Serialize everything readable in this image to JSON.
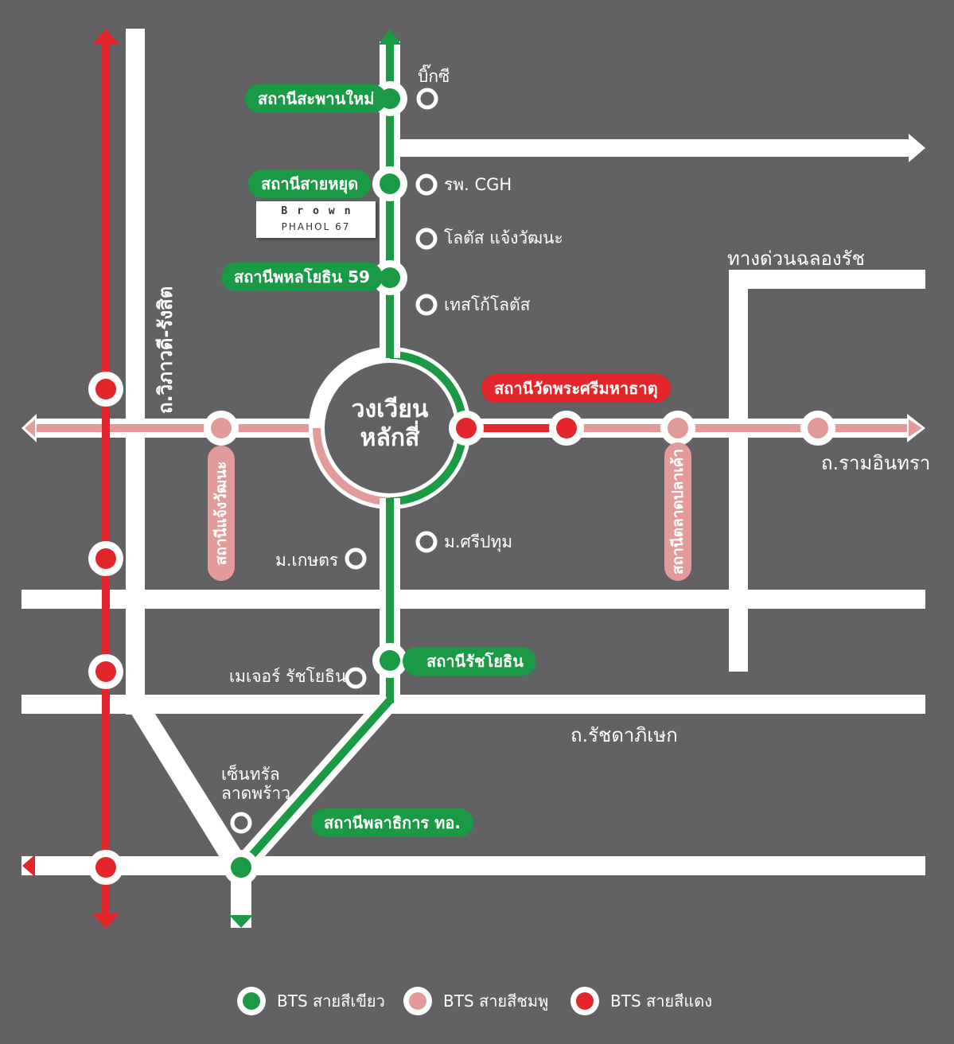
{
  "colors": {
    "background": "#626265",
    "road": "#ffffff",
    "bts_green": "#1a9a45",
    "bts_pink": "#e29a9a",
    "bts_red": "#e3262b"
  },
  "center": {
    "line1": "วงเวียน",
    "line2": "หลักสี่"
  },
  "stations": {
    "saphan_mai": "สถานีสะพานใหม่",
    "sai_yut": "สถานีสายหยุด",
    "phahon_59": "สถานีพหลโยธิน 59",
    "wat_phra_si": "สถานีวัดพระศรีมหาธาตุ",
    "ratchayothin": "สถานีรัชโยธิน",
    "phala_thikan": "สถานีพลาธิการ ทอ.",
    "chaeng_watthana": "สถานีแจ้งวัฒนะ",
    "talat_plakao": "สถานีตลาดปลาเค้า"
  },
  "landmarks": {
    "big_c": "บิ๊กซี",
    "cgh": "รพ. CGH",
    "lotus_chaeng": "โลตัส แจ้งวัฒนะ",
    "tesco_lotus": "เทสโก้โลตัส",
    "sripatum": "ม.ศรีปทุม",
    "kasetsart": "ม.เกษตร",
    "major": "เมเจอร์ รัชโยธิน",
    "central_line1": "เซ็นทรัล",
    "central_line2": "ลาดพร้าว"
  },
  "roads": {
    "vibhavadi": "ถ.วิภาวดี-รังสิต",
    "expressway": "ทางด่วนฉลองรัช",
    "ram_intra": "ถ.รามอินทรา",
    "ratchadaphisek": "ถ.รัชดาภิเษก"
  },
  "brand": {
    "word": "Brown",
    "sub": "PHAHOL 67"
  },
  "legend": [
    {
      "label": "BTS สายสีเขียว",
      "color": "#1a9a45"
    },
    {
      "label": "BTS สายสีชมพู",
      "color": "#e29a9a"
    },
    {
      "label": "BTS สายสีแดง",
      "color": "#e3262b"
    }
  ]
}
